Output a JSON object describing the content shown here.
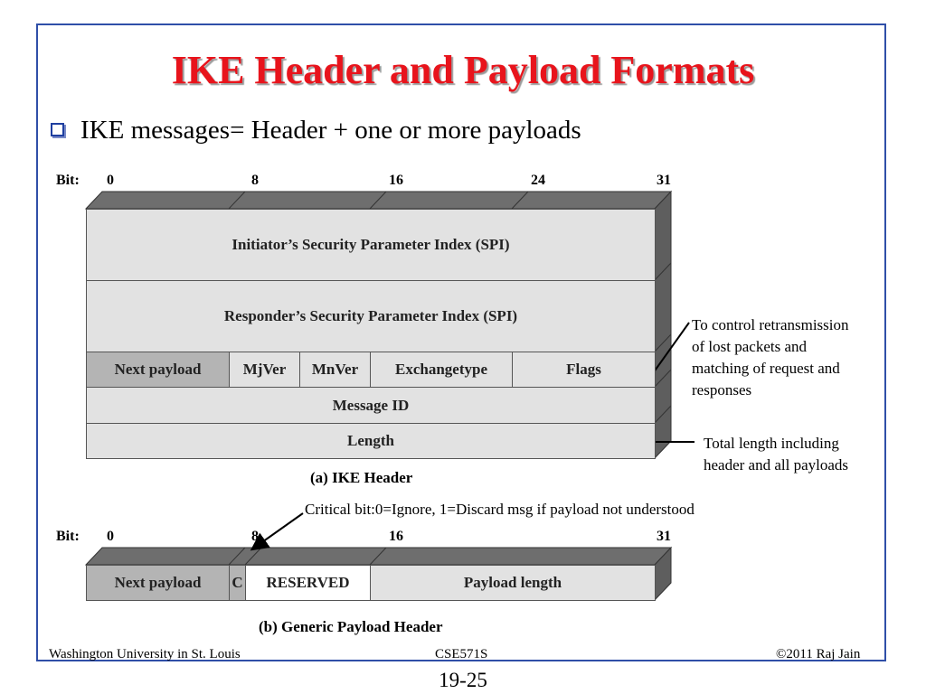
{
  "slide": {
    "title": "IKE Header and Payload Formats",
    "bullet": "IKE messages= Header + one or more payloads",
    "page_number": "19-25"
  },
  "footer": {
    "left": "Washington University in St. Louis",
    "center": "CSE571S",
    "right": "©2011 Raj Jain"
  },
  "ike_header": {
    "bit_label": "Bit:",
    "bits": [
      "0",
      "8",
      "16",
      "24",
      "31"
    ],
    "initiator_spi": "Initiator’s Security Parameter Index (SPI)",
    "responder_spi": "Responder’s Security Parameter Index (SPI)",
    "next_payload": "Next payload",
    "mjver": "MjVer",
    "mnver": "MnVer",
    "exchangetype": "Exchangetype",
    "flags": "Flags",
    "message_id": "Message ID",
    "length": "Length",
    "caption": "(a) IKE Header"
  },
  "payload_header": {
    "bit_label": "Bit:",
    "bits": [
      "0",
      "8",
      "16",
      "31"
    ],
    "next_payload": "Next payload",
    "c": "C",
    "reserved": "RESERVED",
    "payload_length": "Payload length",
    "caption": "(b) Generic Payload Header"
  },
  "annotations": {
    "message_id_note": [
      "To control retransmission",
      "of lost packets and",
      "matching of request and",
      "responses"
    ],
    "length_note": [
      "Total length including",
      "header and all payloads"
    ],
    "critical_note": "Critical bit:0=Ignore, 1=Discard msg if payload not understood"
  },
  "colors": {
    "title": "#e8141c",
    "frame": "#2f4fa8",
    "cell_light": "#e2e2e2",
    "cell_dark": "#b4b4b4"
  }
}
